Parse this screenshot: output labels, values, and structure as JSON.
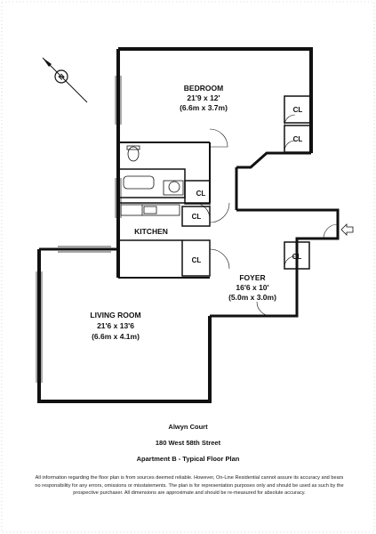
{
  "rooms": {
    "bedroom": {
      "name": "BEDROOM",
      "dims": "21'9 x 12'",
      "metric": "(6.6m x 3.7m)"
    },
    "kitchen": {
      "name": "KITCHEN"
    },
    "foyer": {
      "name": "FOYER",
      "dims": "16'6 x 10'",
      "metric": "(5.0m x 3.0m)"
    },
    "living": {
      "name": "LIVING ROOM",
      "dims": "21'6 x 13'6",
      "metric": "(6.6m x 4.1m)"
    }
  },
  "closet_label": "CL",
  "compass": {
    "symbol": "compass-north-icon"
  },
  "entry": {
    "symbol": "entry-arrow-icon"
  },
  "footer": {
    "building": "Alwyn Court",
    "address": "180 West 58th Street",
    "plan": "Apartment B - Typical Floor Plan",
    "disclaimer": "All information regarding the floor plan is from sources deemed reliable. However, On-Line Residential cannot assure its accuracy and bears no responsibility for any errors, omissions or misstatements. The plan is for representation purposes only and should be used as such by the prospective purchaser. All dimensions are approximate and should be re-measured for absolute accuracy."
  },
  "colors": {
    "wall": "#111111",
    "line": "#333333",
    "paper": "#ffffff"
  }
}
